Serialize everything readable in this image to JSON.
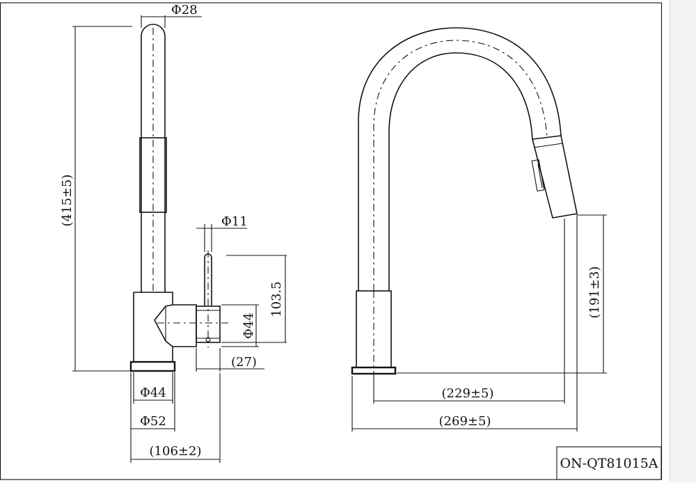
{
  "drawing": {
    "code": "ON-QT81015A",
    "side_view": {
      "dims": {
        "tube_dia": "Φ28",
        "height": "(415±5)",
        "handle_dia": "Φ11",
        "handle_height": "103.5",
        "body_dia": "Φ44",
        "handle_offset": "(27)",
        "base_inner_dia": "Φ44",
        "base_outer_dia": "Φ52",
        "depth": "(106±2)"
      }
    },
    "front_view": {
      "dims": {
        "spout_height": "(191±3)",
        "reach_inner": "(229±5)",
        "reach_outer": "(269±5)"
      }
    }
  }
}
